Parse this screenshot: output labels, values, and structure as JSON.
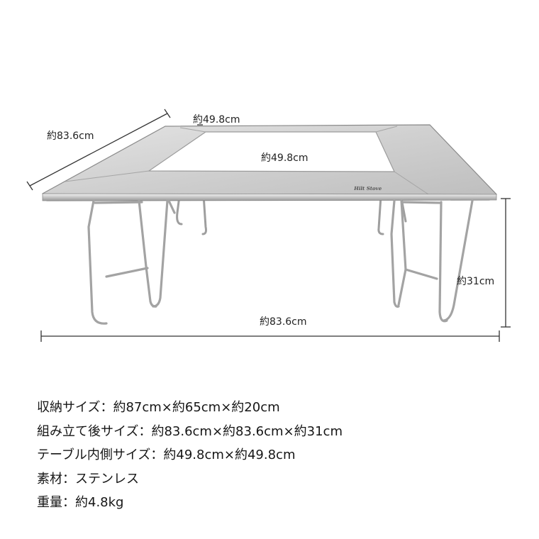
{
  "dimensions": {
    "depth_label": "約83.6cm",
    "inner_top_label": "約49.8cm",
    "inner_mid_label": "約49.8cm",
    "width_label": "約83.6cm",
    "height_label": "約31cm"
  },
  "logo_text": "Hilt Stove",
  "colors": {
    "steel_light": "#d9d9d9",
    "steel_mid": "#b9b9b9",
    "steel_dark": "#8a8a8a",
    "dimension_line": "#333333"
  },
  "specs": [
    "収納サイズ：約87cm×約65cm×約20cm",
    "組み立て後サイズ：約83.6cm×約83.6cm×約31cm",
    "テーブル内側サイズ：約49.8cm×約49.8cm",
    "素材：ステンレス",
    "重量：約4.8kg"
  ]
}
